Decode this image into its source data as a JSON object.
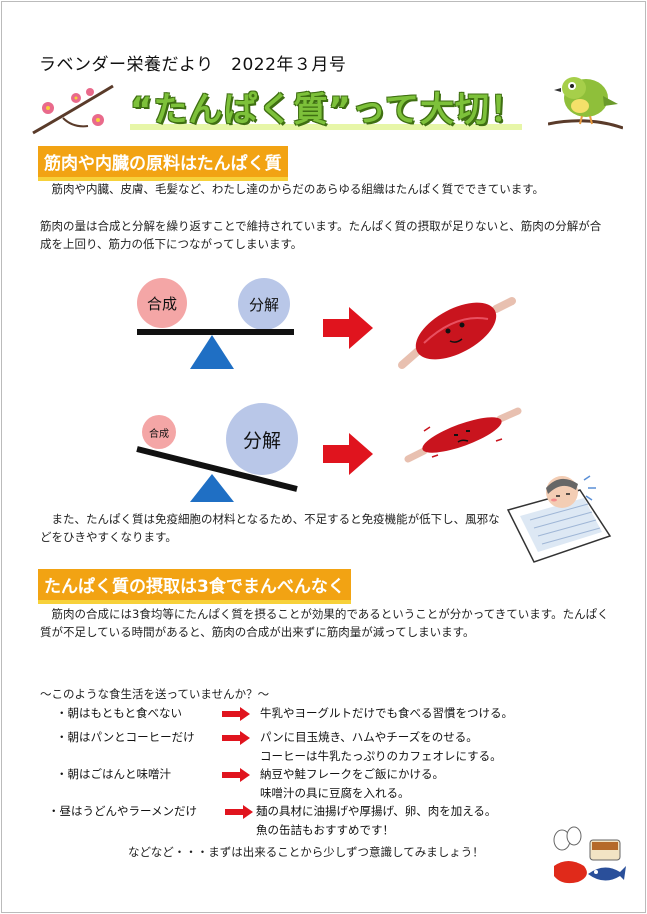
{
  "header": "ラベンダー栄養だより　2022年３月号",
  "title": "“たんぱく質”って大切！",
  "section1": {
    "heading": "筋肉や内臓の原料はたんぱく質",
    "para1": "筋肉や内臓、皮膚、毛髪など、わたし達のからだのあらゆる組織はたんぱく質でできています。",
    "para2": "筋肉の量は合成と分解を繰り返すことで維持されています。たんぱく質の摂取が足りないと、筋肉の分解が合成を上回り、筋力の低下につながってしまいます。"
  },
  "diagram": {
    "top": {
      "left_label": "合成",
      "right_label": "分解"
    },
    "bottom": {
      "left_label": "合成",
      "right_label": "分解"
    }
  },
  "immune_text": "また、たんぱく質は免疫細胞の材料となるため、不足すると免疫機能が低下し、風邪などをひきやすくなります。",
  "section2": {
    "heading": "たんぱく質の摂取は3食でまんべんなく",
    "para": "筋肉の合成には3食均等にたんぱく質を摂ることが効果的であるということが分かってきています。たんぱく質が不足している時間があると、筋肉の合成が出来ずに筋肉量が減ってしまいます。"
  },
  "checklist": {
    "intro": "～このような食生活を送っていませんか？～",
    "items": [
      {
        "problem": "・朝はもともと食べない",
        "advice": [
          "牛乳やヨーグルトだけでも食べる習慣をつける。"
        ]
      },
      {
        "problem": "・朝はパンとコーヒーだけ",
        "advice": [
          "パンに目玉焼き、ハムやチーズをのせる。",
          "コーヒーは牛乳たっぷりのカフェオレにする。"
        ]
      },
      {
        "problem": "・朝はごはんと味噌汁",
        "advice": [
          "納豆や鮭フレークをご飯にかける。",
          "味噌汁の具に豆腐を入れる。"
        ]
      },
      {
        "problem": "・昼はうどんやラーメンだけ",
        "advice": [
          "麺の具材に油揚げや厚揚げ、卵、肉を加える。",
          "魚の缶詰もおすすめです！"
        ]
      }
    ],
    "closing": "などなど・・・まずは出来ることから少しずつ意識してみましょう！"
  },
  "colors": {
    "heading_bg": "#f2a313",
    "title_green": "#7dc13a",
    "arrow_red": "#e0141e",
    "circle_pink": "#f4a6a6",
    "circle_blue": "#b9c7e8",
    "triangle_blue": "#1f6fc4"
  }
}
